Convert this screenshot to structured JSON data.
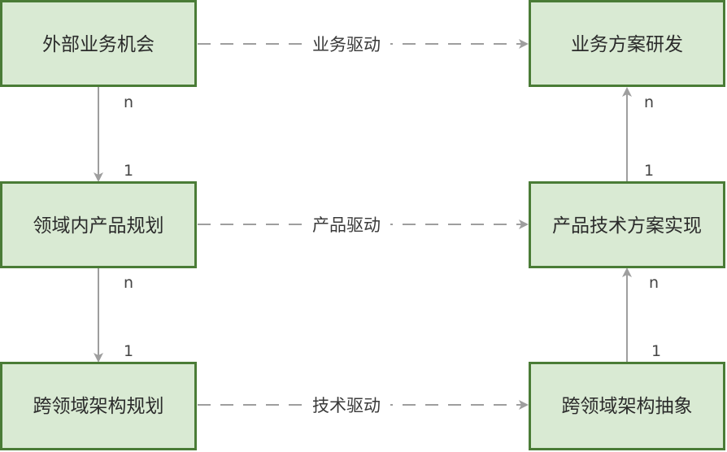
{
  "nodes": {
    "external_business_opportunity": "外部业务机会",
    "business_solution_rd": "业务方案研发",
    "domain_product_planning": "领域内产品规划",
    "product_tech_solution": "产品技术方案实现",
    "cross_domain_arch_planning": "跨领域架构规划",
    "cross_domain_arch_abstraction": "跨领域架构抽象"
  },
  "edges": {
    "business_driven": "业务驱动",
    "product_driven": "产品驱动",
    "tech_driven": "技术驱动"
  },
  "multiplicity": {
    "many": "n",
    "one": "1"
  },
  "colors": {
    "node_fill": "#d9ead3",
    "node_border": "#4a7c36",
    "connector": "#9e9e9e"
  }
}
